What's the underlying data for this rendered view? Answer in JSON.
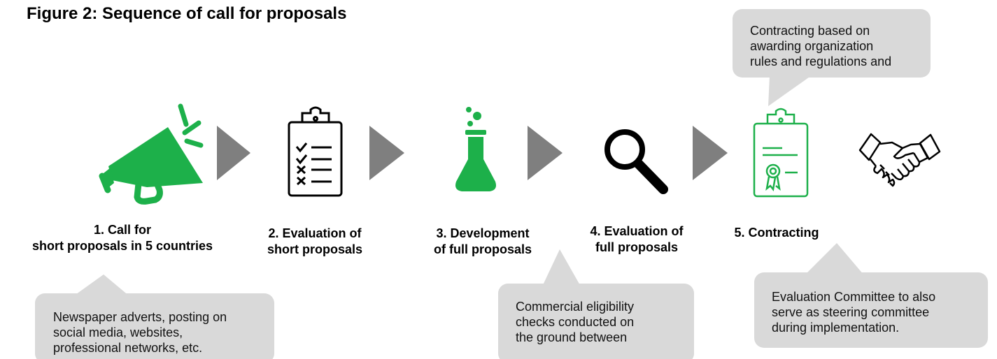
{
  "title": "Figure 2: Sequence of call for proposals",
  "colors": {
    "green": "#1DB04A",
    "arrow_gray": "#7F7F7F",
    "callout_gray": "#D9D9D9"
  },
  "steps": [
    {
      "lines": [
        "1. Call for",
        "short proposals in 5 countries"
      ],
      "icon": "megaphone-icon"
    },
    {
      "lines": [
        "2. Evaluation of",
        "short proposals"
      ],
      "icon": "checklist-clipboard-icon"
    },
    {
      "lines": [
        "3. Development",
        "of full proposals"
      ],
      "icon": "flask-icon"
    },
    {
      "lines": [
        "4. Evaluation of",
        "full proposals"
      ],
      "icon": "magnifier-icon"
    },
    {
      "lines": [
        "5. Contracting"
      ],
      "icon": "certificate-clipboard-icon"
    }
  ],
  "final_icon": "handshake-icon",
  "callouts": {
    "top": [
      "Contracting based on",
      "awarding organization",
      "rules and regulations and"
    ],
    "bottom_left": [
      "Newspaper adverts, posting on",
      "social media, websites,",
      "professional networks, etc."
    ],
    "bottom_middle": [
      "Commercial eligibility",
      "checks conducted on",
      "the ground between"
    ],
    "bottom_right": [
      "Evaluation Committee to also",
      "serve as steering committee",
      "during implementation."
    ]
  }
}
